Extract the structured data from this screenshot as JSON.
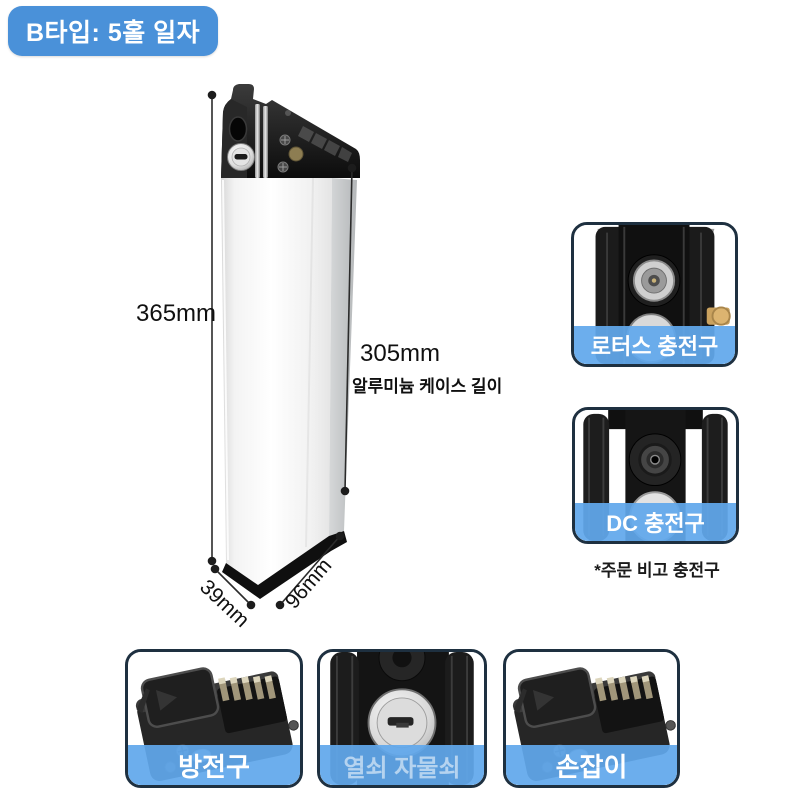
{
  "badge": {
    "label": "B타입: 5홀 일자"
  },
  "dimensions": {
    "overall_height": "365mm",
    "case_length": "305mm",
    "case_length_caption": "알루미늄 케이스 길이",
    "depth": "39mm",
    "width": "96mm"
  },
  "callouts": {
    "right": [
      {
        "label": "로터스 충전구",
        "photo": "lotus-charge-port-closeup"
      },
      {
        "label": "DC 충전구",
        "photo": "dc-charge-port-closeup"
      }
    ],
    "note": "*주문 비고 충전구",
    "bottom": [
      {
        "label": "방전구",
        "photo": "discharge-port-closeup"
      },
      {
        "label": "열쇠 자물쇠",
        "photo": "key-lock-closeup"
      },
      {
        "label": "손잡이",
        "photo": "handle-closeup"
      }
    ]
  },
  "colors": {
    "badge_blue": "#4a91d9",
    "banner_blue": "#61a8ec",
    "callout_border": "#1e3040",
    "dimension_line": "#2b2b2b",
    "text_dark": "#111111"
  }
}
